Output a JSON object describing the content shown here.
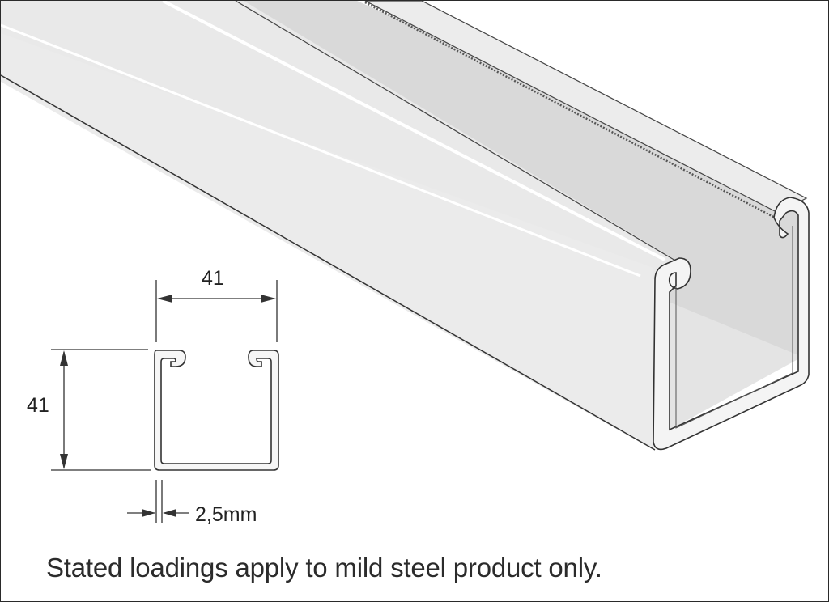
{
  "figure": {
    "dimension_width": "41",
    "dimension_height": "41",
    "dimension_thickness": "2,5mm",
    "caption": "Stated loadings apply to mild steel product only."
  },
  "colors": {
    "steel_outer": "#e8e8e8",
    "steel_inner": "#d6d6d6",
    "line": "#333333",
    "highlight": "#fafafa"
  }
}
